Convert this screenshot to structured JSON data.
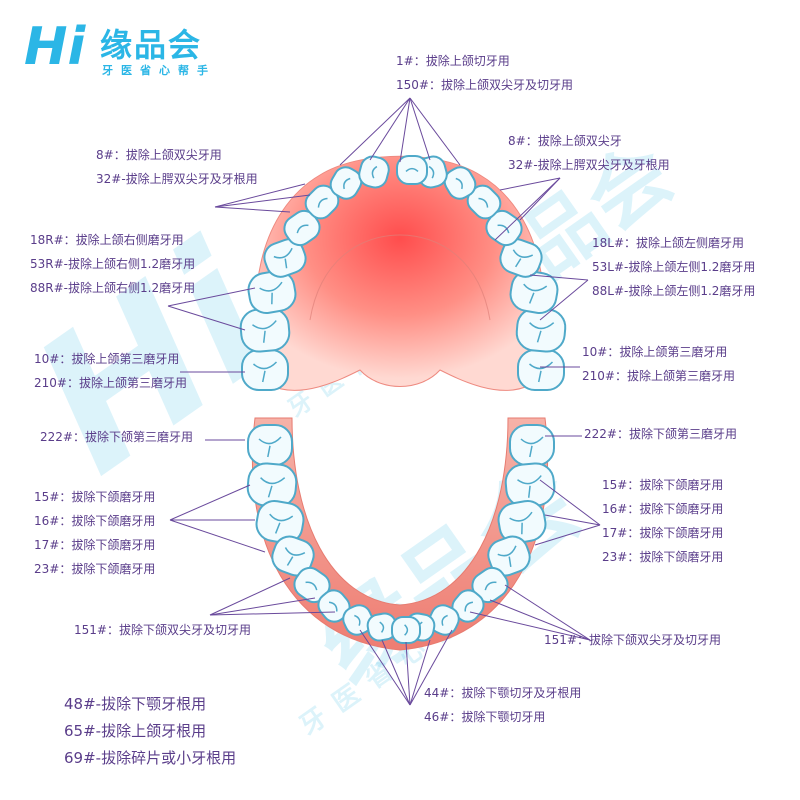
{
  "logo": {
    "title": "缘品会",
    "subtitle": "牙医省心帮手",
    "mark": "Hi",
    "brand_color": "#2bb6e6"
  },
  "watermark": {
    "mark": "Hi",
    "text": "缘品会",
    "subtext": "牙医省心帮手"
  },
  "colors": {
    "label_text": "#5a3d8a",
    "leader_line": "#6a4a9c",
    "tooth_outline": "#4fa9c9",
    "tooth_fill": "#f2fbfe",
    "gum_upper_center": "#ff5a5a",
    "gum_lower": "#f08a80"
  },
  "labels": {
    "l1": "1#：拔除上颌切牙用",
    "l2": "150#：拔除上颌双尖牙及切牙用",
    "l3": "8#：拔除上颌双尖牙",
    "l4": "32#-拔除上腭双尖牙及牙根用",
    "l5": "8#：拔除上颌双尖牙用",
    "l6": "32#-拔除上腭双尖牙及牙根用",
    "l7": "18R#：拔除上颌右侧磨牙用",
    "l8": "53R#-拔除上颌右侧1.2磨牙用",
    "l9": "88R#-拔除上颌右侧1.2磨牙用",
    "l10": "18L#：拔除上颌左侧磨牙用",
    "l11": "53L#-拔除上颌左侧1.2磨牙用",
    "l12": "88L#-拔除上颌左侧1.2磨牙用",
    "l13": "10#：拔除上颌第三磨牙用",
    "l14": "210#：拔除上颌第三磨牙用",
    "l15": "10#：拔除上颌第三磨牙用",
    "l16": "210#：拔除上颌第三磨牙用",
    "l17": "222#：拔除下颌第三磨牙用",
    "l18": "222#：拔除下颌第三磨牙用",
    "l19": "15#：拔除下颌磨牙用",
    "l20": "16#：拔除下颌磨牙用",
    "l21": "17#：拔除下颌磨牙用",
    "l22": "23#：拔除下颌磨牙用",
    "l23": "15#：拔除下颌磨牙用",
    "l24": "16#：拔除下颌磨牙用",
    "l25": "17#：拔除下颌磨牙用",
    "l26": "23#：拔除下颌磨牙用",
    "l27": "151#：拔除下颌双尖牙及切牙用",
    "l28": "151#：拔除下颌双尖牙及切牙用",
    "l29": "44#：拔除下颚切牙及牙根用",
    "l30": "46#：拔除下颚切牙用"
  },
  "notes": [
    "48#-拔除下颚牙根用",
    "65#-拔除上颌牙根用",
    "69#-拔除碎片或小牙根用"
  ]
}
